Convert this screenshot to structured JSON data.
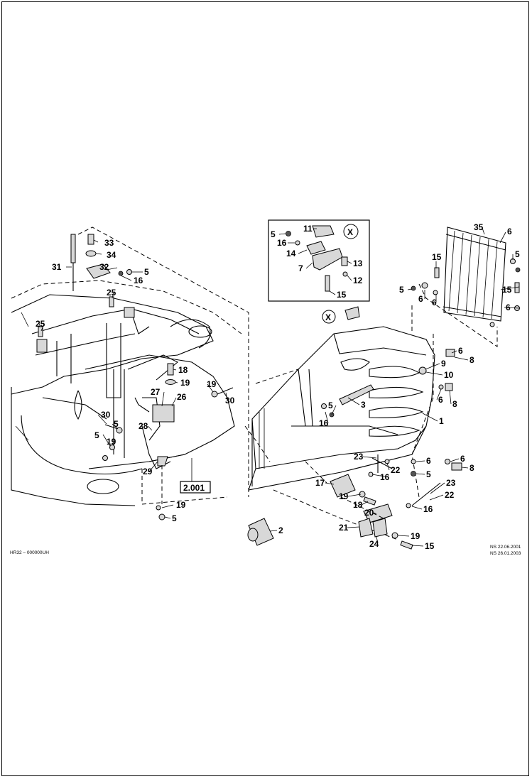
{
  "footer": {
    "left_code": "HR32  –  000000UH",
    "date_line_1": "NS  22.06.2001",
    "date_line_2": "NS  26.01.2003"
  },
  "reference_box": "2.001",
  "inset_marker": "X",
  "callout_marker": "X",
  "labels": [
    {
      "id": "l33",
      "text": "33"
    },
    {
      "id": "l34",
      "text": "34"
    },
    {
      "id": "l31",
      "text": "31"
    },
    {
      "id": "l32",
      "text": "32"
    },
    {
      "id": "l5a",
      "text": "5"
    },
    {
      "id": "l16a",
      "text": "16"
    },
    {
      "id": "l25a",
      "text": "25"
    },
    {
      "id": "l25b",
      "text": "25"
    },
    {
      "id": "l18a",
      "text": "18"
    },
    {
      "id": "l19a",
      "text": "19"
    },
    {
      "id": "l19b",
      "text": "19"
    },
    {
      "id": "l30a",
      "text": "30"
    },
    {
      "id": "l27",
      "text": "27"
    },
    {
      "id": "l26",
      "text": "26"
    },
    {
      "id": "l28",
      "text": "28"
    },
    {
      "id": "l30b",
      "text": "30"
    },
    {
      "id": "l5b",
      "text": "5"
    },
    {
      "id": "l5c",
      "text": "5"
    },
    {
      "id": "l19c",
      "text": "19"
    },
    {
      "id": "l29",
      "text": "29"
    },
    {
      "id": "l19d",
      "text": "19"
    },
    {
      "id": "l5d",
      "text": "5"
    },
    {
      "id": "l5e",
      "text": "5"
    },
    {
      "id": "l11",
      "text": "11"
    },
    {
      "id": "l16b",
      "text": "16"
    },
    {
      "id": "l14",
      "text": "14"
    },
    {
      "id": "l7",
      "text": "7"
    },
    {
      "id": "l13",
      "text": "13"
    },
    {
      "id": "l12",
      "text": "12"
    },
    {
      "id": "l15a",
      "text": "15"
    },
    {
      "id": "l35",
      "text": "35"
    },
    {
      "id": "l6a",
      "text": "6"
    },
    {
      "id": "l15b",
      "text": "15"
    },
    {
      "id": "l5f",
      "text": "5"
    },
    {
      "id": "l5g",
      "text": "5"
    },
    {
      "id": "l6b",
      "text": "6"
    },
    {
      "id": "l6c",
      "text": "6"
    },
    {
      "id": "l15c",
      "text": "15"
    },
    {
      "id": "l6d",
      "text": "6"
    },
    {
      "id": "l6e",
      "text": "6"
    },
    {
      "id": "l8a",
      "text": "8"
    },
    {
      "id": "l9",
      "text": "9"
    },
    {
      "id": "l10",
      "text": "10"
    },
    {
      "id": "l3",
      "text": "3"
    },
    {
      "id": "l6f",
      "text": "6"
    },
    {
      "id": "l8b",
      "text": "8"
    },
    {
      "id": "l16c",
      "text": "16"
    },
    {
      "id": "l5h",
      "text": "5"
    },
    {
      "id": "l1",
      "text": "1"
    },
    {
      "id": "l23a",
      "text": "23"
    },
    {
      "id": "l22a",
      "text": "22"
    },
    {
      "id": "l6g",
      "text": "6"
    },
    {
      "id": "l8c",
      "text": "8"
    },
    {
      "id": "l16d",
      "text": "16"
    },
    {
      "id": "l6h",
      "text": "6"
    },
    {
      "id": "l5i",
      "text": "5"
    },
    {
      "id": "l17",
      "text": "17"
    },
    {
      "id": "l23b",
      "text": "23"
    },
    {
      "id": "l19e",
      "text": "19"
    },
    {
      "id": "l22b",
      "text": "22"
    },
    {
      "id": "l18b",
      "text": "18"
    },
    {
      "id": "l16e",
      "text": "16"
    },
    {
      "id": "l20",
      "text": "20"
    },
    {
      "id": "l21",
      "text": "21"
    },
    {
      "id": "l19f",
      "text": "19"
    },
    {
      "id": "l24",
      "text": "24"
    },
    {
      "id": "l15d",
      "text": "15"
    },
    {
      "id": "l2",
      "text": "2"
    }
  ]
}
